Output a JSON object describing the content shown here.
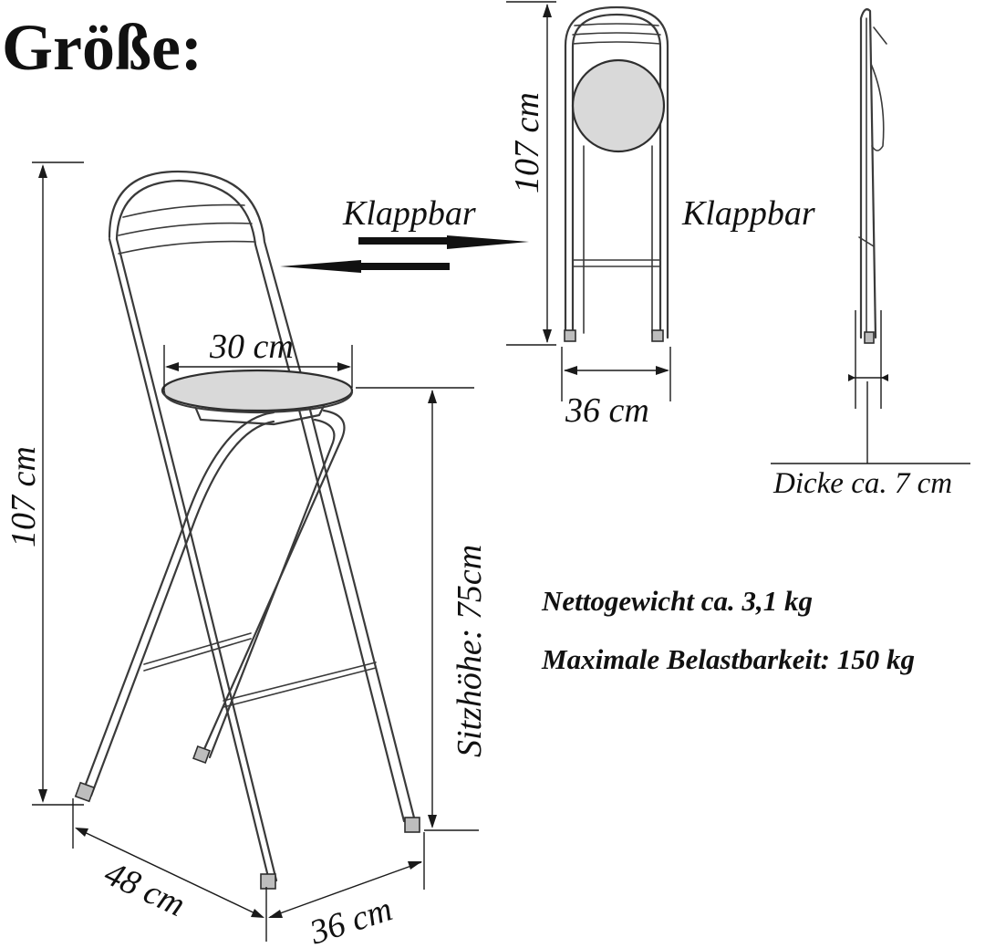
{
  "title": "Größe:",
  "labels": {
    "total_height_main": "107 cm",
    "seat_diameter": "30 cm",
    "seat_height": "Sitzhöhe: 75cm",
    "depth": "48 cm",
    "width_main": "36 cm",
    "foldable_left": "Klappbar",
    "foldable_right": "Klappbar",
    "total_height_folded": "107 cm",
    "width_folded": "36 cm",
    "thickness": "Dicke ca. 7 cm"
  },
  "specs": {
    "net_weight": "Nettogewicht ca. 3,1 kg",
    "max_load": "Maximale Belastbarkeit: 150 kg"
  },
  "colors": {
    "frame": "#3a3a3a",
    "seat": "#d9d9d9",
    "text": "#111111"
  }
}
